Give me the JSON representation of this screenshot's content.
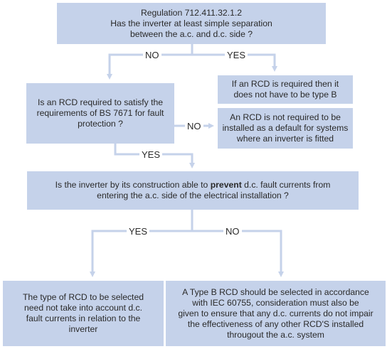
{
  "boxes": {
    "regulation": {
      "line1": "Regulation 712.411.32.1.2",
      "line2": "Has the inverter at least simple separation",
      "line3": "between the a.c. and d.c. side ?"
    },
    "rcd_question": {
      "line1": "Is an RCD required to satisfy the",
      "line2": "requirements of BS 7671 for fault",
      "line3": "protection ?"
    },
    "not_type_b": {
      "line1": "If an RCD is required then it",
      "line2": "does not have to be type B"
    },
    "not_required": {
      "line1": "An RCD is not required to be",
      "line2": "installed as a default for systems",
      "line3": "where an inverter is fitted"
    },
    "prevent_question": {
      "line1_before": "Is the inverter by its construction able to ",
      "line1_bold": "prevent",
      "line1_after": " d.c. fault currents from",
      "line2": "entering the a.c. side of the electrical installation ?"
    },
    "type_selection": {
      "line1": "The type of RCD to be selected",
      "line2": "need not take into account d.c.",
      "line3": "fault currents in relation to the",
      "line4": "inverter"
    },
    "type_b": {
      "line1": "A Type B RCD  should be selected in accordance",
      "line2": "with IEC 60755, consideration must also be",
      "line3": "given to ensure that any d.c. currents do not impair",
      "line4": "the effectiveness of any other RCD'S installed",
      "line5": "througout  the a.c. system"
    }
  },
  "labels": {
    "no_1": "NO",
    "yes_1": "YES",
    "no_2": "NO",
    "yes_2": "YES",
    "yes_3": "YES",
    "no_3": "NO"
  },
  "colors": {
    "box_fill": "#c5d2ea",
    "connector": "#c5d2ea"
  }
}
